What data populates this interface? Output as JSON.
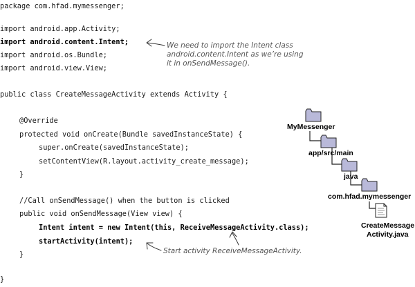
{
  "code": {
    "package_line": "package com.hfad.mymessenger;",
    "imports": [
      "import android.app.Activity;",
      "import android.content.Intent;",
      "import android.os.Bundle;",
      "import android.view.View;"
    ],
    "class_decl": "public class CreateMessageActivity extends Activity {",
    "override": "@Override",
    "oncreate_decl": "protected void onCreate(Bundle savedInstanceState) {",
    "super_call": "super.onCreate(savedInstanceState);",
    "set_content": "setContentView(R.layout.activity_create_message);",
    "close_inner": "}",
    "comment": "//Call onSendMessage() when the button is clicked",
    "onsend_decl": "public void onSendMessage(View view) {",
    "intent_line": "Intent intent = new Intent(this, ReceiveMessageActivity.class);",
    "start_line": "startActivity(intent);",
    "close_method": "}",
    "close_class": "}"
  },
  "annotations": {
    "import_note": [
      "We need to import the Intent class",
      "android.content.Intent as we’re using",
      "it in onSendMessage()."
    ],
    "start_note": "Start activity ReceiveMessageActivity."
  },
  "tree": {
    "root": "MyMessenger",
    "level1": "app/src/main",
    "level2": "java",
    "level3": "com.hfad.mymessenger",
    "file_line1": "CreateMessage",
    "file_line2": "Activity.java"
  },
  "colors": {
    "folder_fill": "#b9b9d9",
    "folder_stroke": "#222222"
  }
}
